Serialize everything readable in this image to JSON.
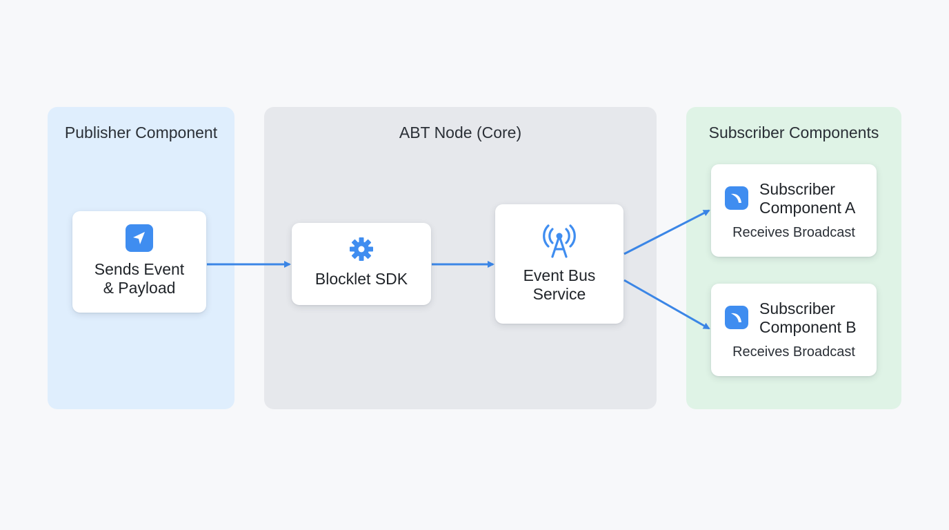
{
  "panels": {
    "publisher": {
      "title": "Publisher Component"
    },
    "core": {
      "title": "ABT Node (Core)"
    },
    "subscribers": {
      "title": "Subscriber Components"
    }
  },
  "nodes": {
    "publisher": {
      "line1": "Sends Event",
      "line2": "& Payload",
      "icon": "paper-plane-icon"
    },
    "sdk": {
      "label": "Blocklet SDK",
      "icon": "gear-icon"
    },
    "bus": {
      "line1": "Event Bus",
      "line2": "Service",
      "icon": "antenna-icon"
    },
    "sub_a": {
      "line1": "Subscriber",
      "line2": "Component A",
      "desc": "Receives Broadcast",
      "icon": "app-icon"
    },
    "sub_b": {
      "line1": "Subscriber",
      "line2": "Component B",
      "desc": "Receives Broadcast",
      "icon": "app-icon"
    }
  },
  "colors": {
    "arrow": "#3b86e6",
    "icon": "#3f8df0"
  }
}
